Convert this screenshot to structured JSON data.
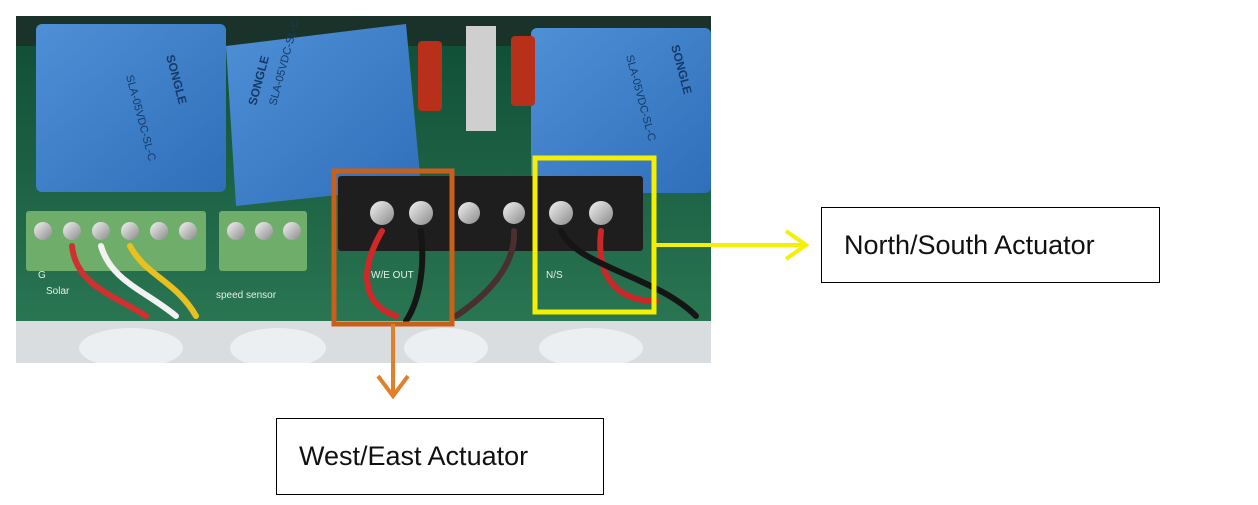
{
  "image": {
    "description_icon": "circuit-board-photo"
  },
  "labels": {
    "north_south": "North/South Actuator",
    "west_east": "West/East Actuator"
  },
  "colors": {
    "west_east_highlight": "#c8601a",
    "north_south_highlight": "#f5f000"
  },
  "relays": [
    {
      "model": "SLA-05VDC-SL-C",
      "brand": "SONGLE"
    },
    {
      "model": "SLA-05VDC-SL-C",
      "brand": "SONGLE"
    },
    {
      "model": "SLA-05VDC-SL-C",
      "brand": "SONGLE"
    }
  ],
  "silkscreen": {
    "terminal_we": "W/E OUT",
    "terminal_ns": "N/S",
    "solar": "Solar",
    "wind_speed": "speed sensor",
    "gnd": "G"
  }
}
